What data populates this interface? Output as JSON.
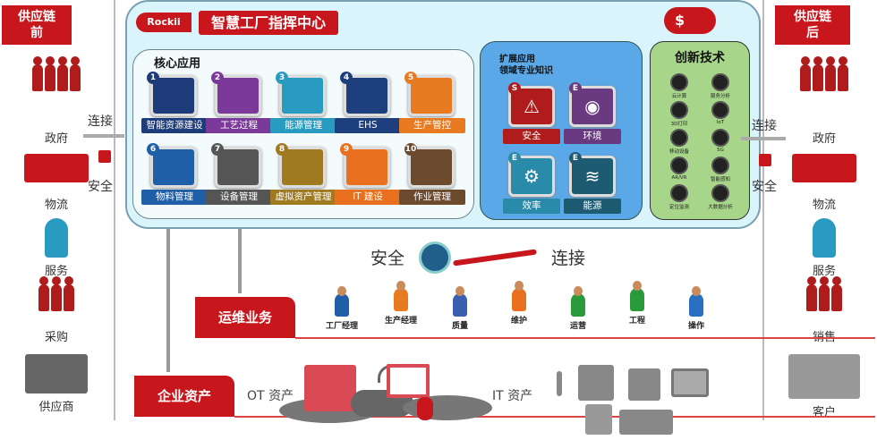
{
  "left": {
    "header": [
      "供应链",
      "前"
    ],
    "connect": "连接",
    "security": "安全",
    "items": [
      "政府",
      "物流",
      "服务",
      "采购",
      "供应商"
    ]
  },
  "right": {
    "header": [
      "供应链",
      "后"
    ],
    "connect": "连接",
    "security": "安全",
    "items": [
      "政府",
      "物流",
      "服务",
      "销售",
      "客户"
    ]
  },
  "top": {
    "logo": "Rockii",
    "title": "智慧工厂指挥中心",
    "cloud_icon": "$"
  },
  "core": {
    "title": "核心应用",
    "apps": [
      {
        "num": "1",
        "label": "智能资源建设",
        "color": "#1f3c7a"
      },
      {
        "num": "2",
        "label": "工艺过程",
        "color": "#7b3a9a"
      },
      {
        "num": "3",
        "label": "能源管理",
        "color": "#2a9bc0"
      },
      {
        "num": "4",
        "label": "EHS",
        "color": "#1d3f7e"
      },
      {
        "num": "5",
        "label": "生产管控",
        "color": "#e87a22"
      },
      {
        "num": "6",
        "label": "物料管理",
        "color": "#1f5fa8"
      },
      {
        "num": "7",
        "label": "设备管理",
        "color": "#555555"
      },
      {
        "num": "8",
        "label": "虚拟资产管理",
        "color": "#a07a20"
      },
      {
        "num": "9",
        "label": "IT 建设",
        "color": "#e8701e"
      },
      {
        "num": "10",
        "label": "作业管理",
        "color": "#6b4a2e"
      }
    ]
  },
  "ext": {
    "title1": "扩展应用",
    "title2": "领域专业知识",
    "apps": [
      {
        "num": "S",
        "label": "安全",
        "color": "#b01c1c",
        "glyph": "⚠"
      },
      {
        "num": "E",
        "label": "环境",
        "color": "#6a3a80",
        "glyph": "◉"
      },
      {
        "num": "E",
        "label": "效率",
        "color": "#2a8aaa",
        "glyph": "⚙"
      },
      {
        "num": "E",
        "label": "能源",
        "color": "#1d5b73",
        "glyph": "≋"
      }
    ]
  },
  "innovation": {
    "title": "创新技术",
    "items": [
      "云计算",
      "服务分析",
      "3D打印",
      "IoT",
      "移动设备",
      "5G",
      "AR/VR",
      "智能感知",
      "定位监测",
      "大数据分析"
    ]
  },
  "middle": {
    "security": "安全",
    "connect": "连接"
  },
  "ops": {
    "title": "运维业务",
    "roles": [
      "工厂经理",
      "生产经理",
      "质量",
      "维护",
      "运营",
      "工程",
      "操作"
    ]
  },
  "assets": {
    "title": "企业资产",
    "ot": "OT 资产",
    "it": "IT 资产"
  }
}
